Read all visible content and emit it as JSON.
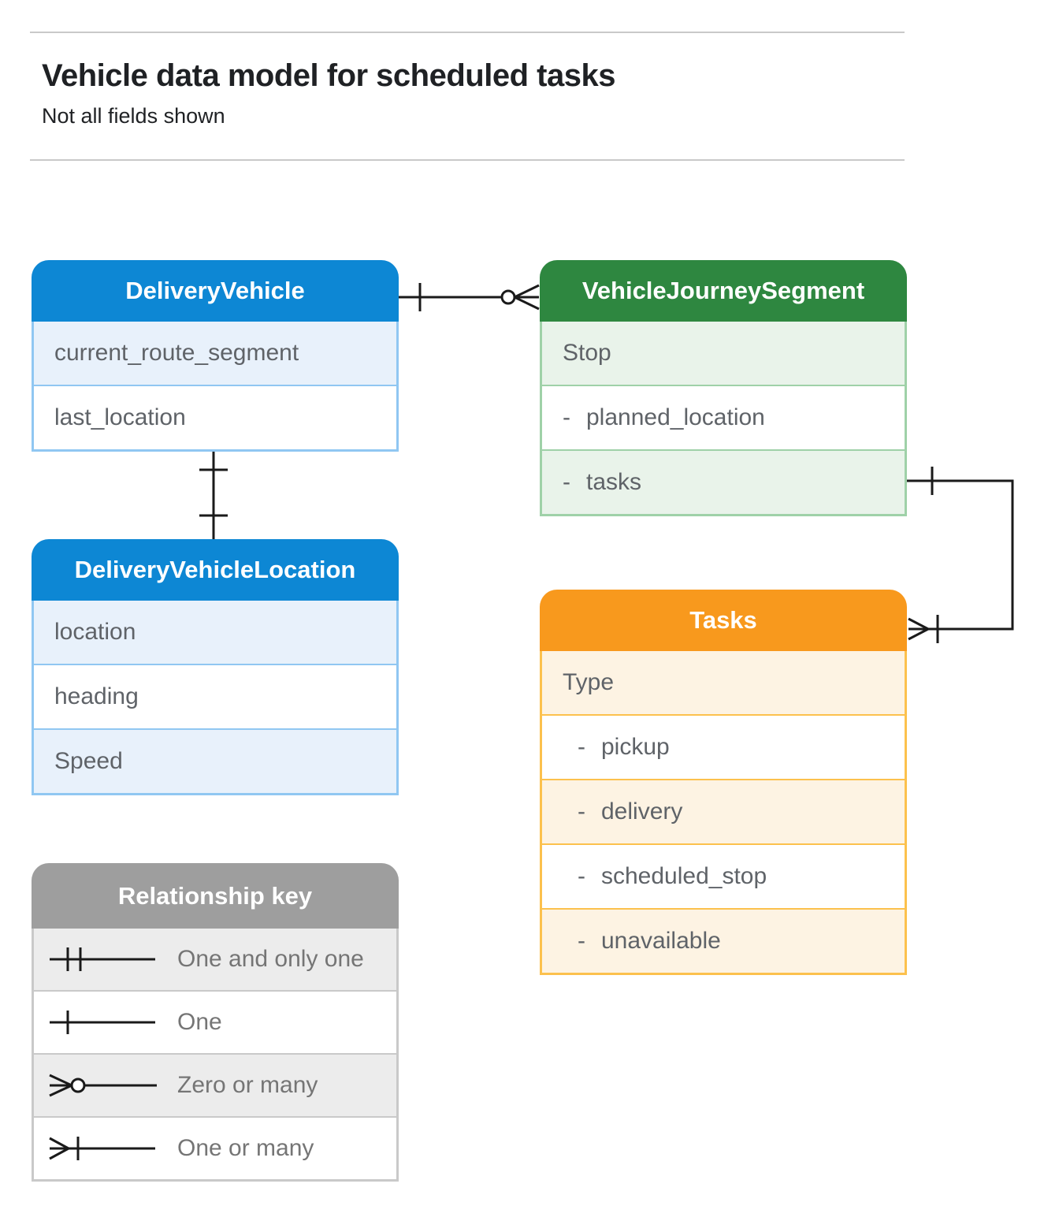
{
  "header": {
    "title": "Vehicle data model for scheduled tasks",
    "subtitle": "Not all fields shown"
  },
  "entities": [
    {
      "title": "DeliveryVehicle",
      "theme": "blue",
      "rows": [
        {
          "bullet": "",
          "label": "current_route_segment"
        },
        {
          "bullet": "",
          "label": "last_location"
        }
      ]
    },
    {
      "title": "VehicleJourneySegment",
      "theme": "green",
      "rows": [
        {
          "bullet": "",
          "label": "Stop"
        },
        {
          "bullet": "-",
          "label": "planned_location"
        },
        {
          "bullet": "-",
          "label": "tasks"
        }
      ]
    },
    {
      "title": "DeliveryVehicleLocation",
      "theme": "blue",
      "rows": [
        {
          "bullet": "",
          "label": "location"
        },
        {
          "bullet": "",
          "label": "heading"
        },
        {
          "bullet": "",
          "label": "Speed"
        }
      ]
    },
    {
      "title": "Tasks",
      "theme": "orange",
      "rows": [
        {
          "bullet": "",
          "label": "Type"
        },
        {
          "bullet": "-",
          "label": "pickup"
        },
        {
          "bullet": "-",
          "label": "delivery"
        },
        {
          "bullet": "-",
          "label": "scheduled_stop"
        },
        {
          "bullet": "-",
          "label": "unavailable"
        }
      ]
    }
  ],
  "relationships": [
    {
      "from": "DeliveryVehicle",
      "to": "VehicleJourneySegment",
      "from_cardinality": "one",
      "to_cardinality": "zero-or-many"
    },
    {
      "from": "DeliveryVehicle",
      "to": "DeliveryVehicleLocation",
      "from_cardinality": "one",
      "to_cardinality": "one"
    },
    {
      "from": "VehicleJourneySegment.tasks",
      "to": "Tasks",
      "from_cardinality": "one",
      "to_cardinality": "one-or-many"
    }
  ],
  "legend": {
    "title": "Relationship key",
    "items": [
      {
        "symbol": "one-and-only-one",
        "label": "One and only one"
      },
      {
        "symbol": "one",
        "label": "One"
      },
      {
        "symbol": "zero-or-many",
        "label": "Zero or many"
      },
      {
        "symbol": "one-or-many",
        "label": "One or many"
      }
    ]
  },
  "colors": {
    "blue_header": "#0d87d4",
    "blue_border": "#90c7f2",
    "blue_row": "#e8f1fb",
    "green_header": "#2e8740",
    "green_border": "#9fd1a8",
    "green_row": "#e9f3ea",
    "orange_header": "#f8991d",
    "orange_border": "#fcc14d",
    "orange_row": "#fdf3e3",
    "gray_header": "#9e9e9e",
    "gray_border": "#c9c9c9",
    "gray_row": "#ececec",
    "connector": "#1a1a1a",
    "field_text": "#5f6368",
    "legend_text": "#757575",
    "title_text": "#1f2124"
  }
}
